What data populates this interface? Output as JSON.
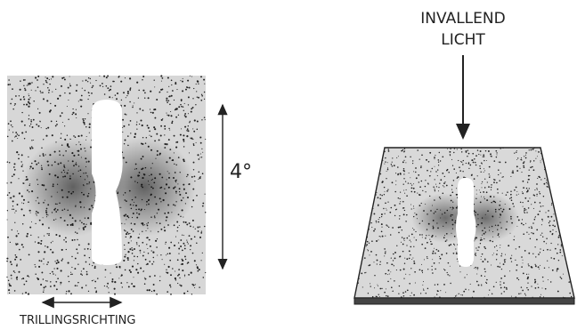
{
  "left_panel": {
    "angle_label": "4°",
    "direction_label": "TRILLINGSRICHTING"
  },
  "right_panel": {
    "incident_label_line1": "INVALLEND",
    "incident_label_line2": "LICHT"
  },
  "colors": {
    "ink": "#222222",
    "background": "#ffffff"
  }
}
